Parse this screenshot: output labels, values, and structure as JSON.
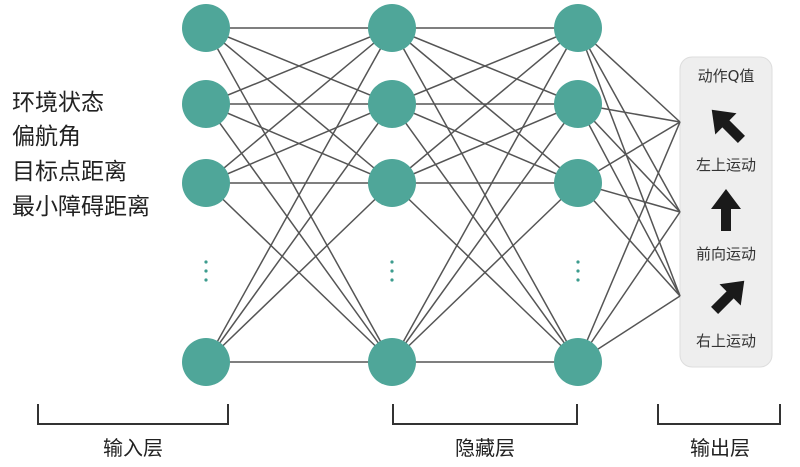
{
  "state_inputs": [
    "环境状态",
    "偏航角",
    "目标点距离",
    "最小障碍距离"
  ],
  "output_box": {
    "title": "动作Q值",
    "actions": [
      {
        "label": "左上运动",
        "icon": "arrow-up-left-icon"
      },
      {
        "label": "前向运动",
        "icon": "arrow-up-icon"
      },
      {
        "label": "右上运动",
        "icon": "arrow-up-right-icon"
      }
    ]
  },
  "layers": {
    "input": "输入层",
    "hidden": "隐藏层",
    "output": "输出层"
  },
  "colors": {
    "node": "#4fa699",
    "edge": "#555555",
    "dots": "#3d9c8e",
    "output_box_bg": "#eeeeee",
    "arrow": "#1a1a1a",
    "bracket": "#333333"
  }
}
